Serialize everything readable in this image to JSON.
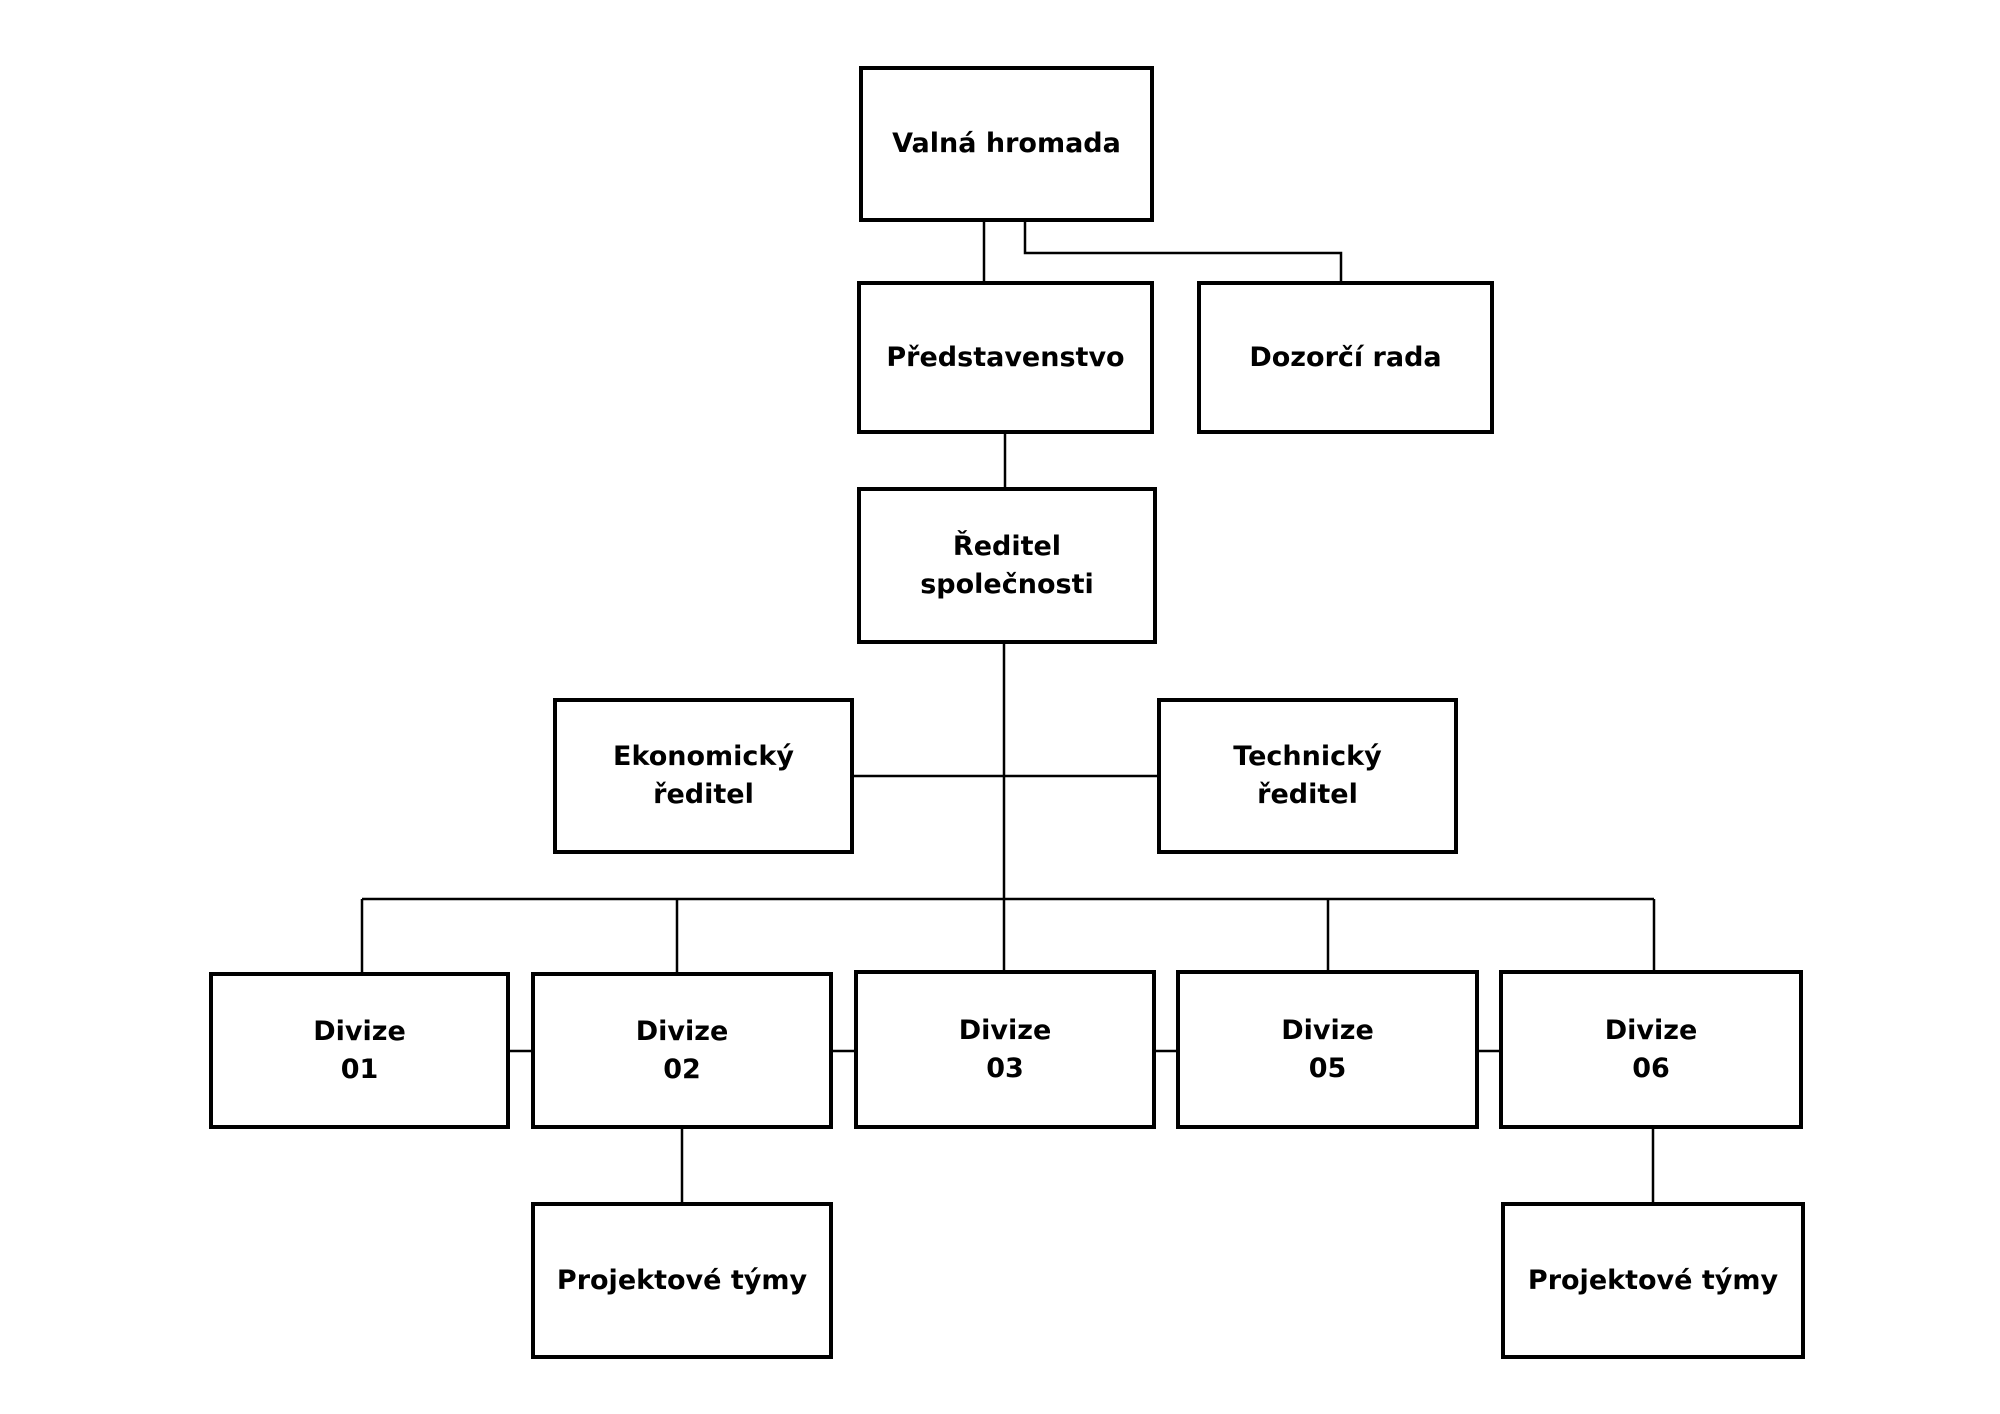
{
  "diagram": {
    "type": "organizational-chart",
    "colors": {
      "background": "#ffffff",
      "stroke": "#000000",
      "text": "#000000"
    },
    "nodes": {
      "valna_hromada": {
        "lines": [
          "Valná hromada"
        ]
      },
      "predstavenstvo": {
        "lines": [
          "Představenstvo"
        ]
      },
      "dozorci_rada": {
        "lines": [
          "Dozorčí rada"
        ]
      },
      "reditel_spolecnosti": {
        "lines": [
          "Ředitel",
          "společnosti"
        ]
      },
      "ekonomicky_reditel": {
        "lines": [
          "Ekonomický",
          "ředitel"
        ]
      },
      "technicky_reditel": {
        "lines": [
          "Technický",
          "ředitel"
        ]
      },
      "divize_01": {
        "lines": [
          "Divize",
          "01"
        ]
      },
      "divize_02": {
        "lines": [
          "Divize",
          "02"
        ]
      },
      "divize_03": {
        "lines": [
          "Divize",
          "03"
        ]
      },
      "divize_05": {
        "lines": [
          "Divize",
          "05"
        ]
      },
      "divize_06": {
        "lines": [
          "Divize",
          "06"
        ]
      },
      "projektove_tymy_02": {
        "lines": [
          "Projektové týmy"
        ]
      },
      "projektove_tymy_06": {
        "lines": [
          "Projektové týmy"
        ]
      }
    },
    "edges": [
      {
        "from": "valna_hromada",
        "to": "predstavenstvo"
      },
      {
        "from": "valna_hromada",
        "to": "dozorci_rada"
      },
      {
        "from": "predstavenstvo",
        "to": "reditel_spolecnosti"
      },
      {
        "from": "reditel_spolecnosti",
        "to": "ekonomicky_reditel"
      },
      {
        "from": "reditel_spolecnosti",
        "to": "technicky_reditel"
      },
      {
        "from": "reditel_spolecnosti",
        "to": "divize_01"
      },
      {
        "from": "reditel_spolecnosti",
        "to": "divize_02"
      },
      {
        "from": "reditel_spolecnosti",
        "to": "divize_03"
      },
      {
        "from": "reditel_spolecnosti",
        "to": "divize_05"
      },
      {
        "from": "reditel_spolecnosti",
        "to": "divize_06"
      },
      {
        "from": "divize_02",
        "to": "projektove_tymy_02"
      },
      {
        "from": "divize_06",
        "to": "projektove_tymy_06"
      }
    ]
  }
}
